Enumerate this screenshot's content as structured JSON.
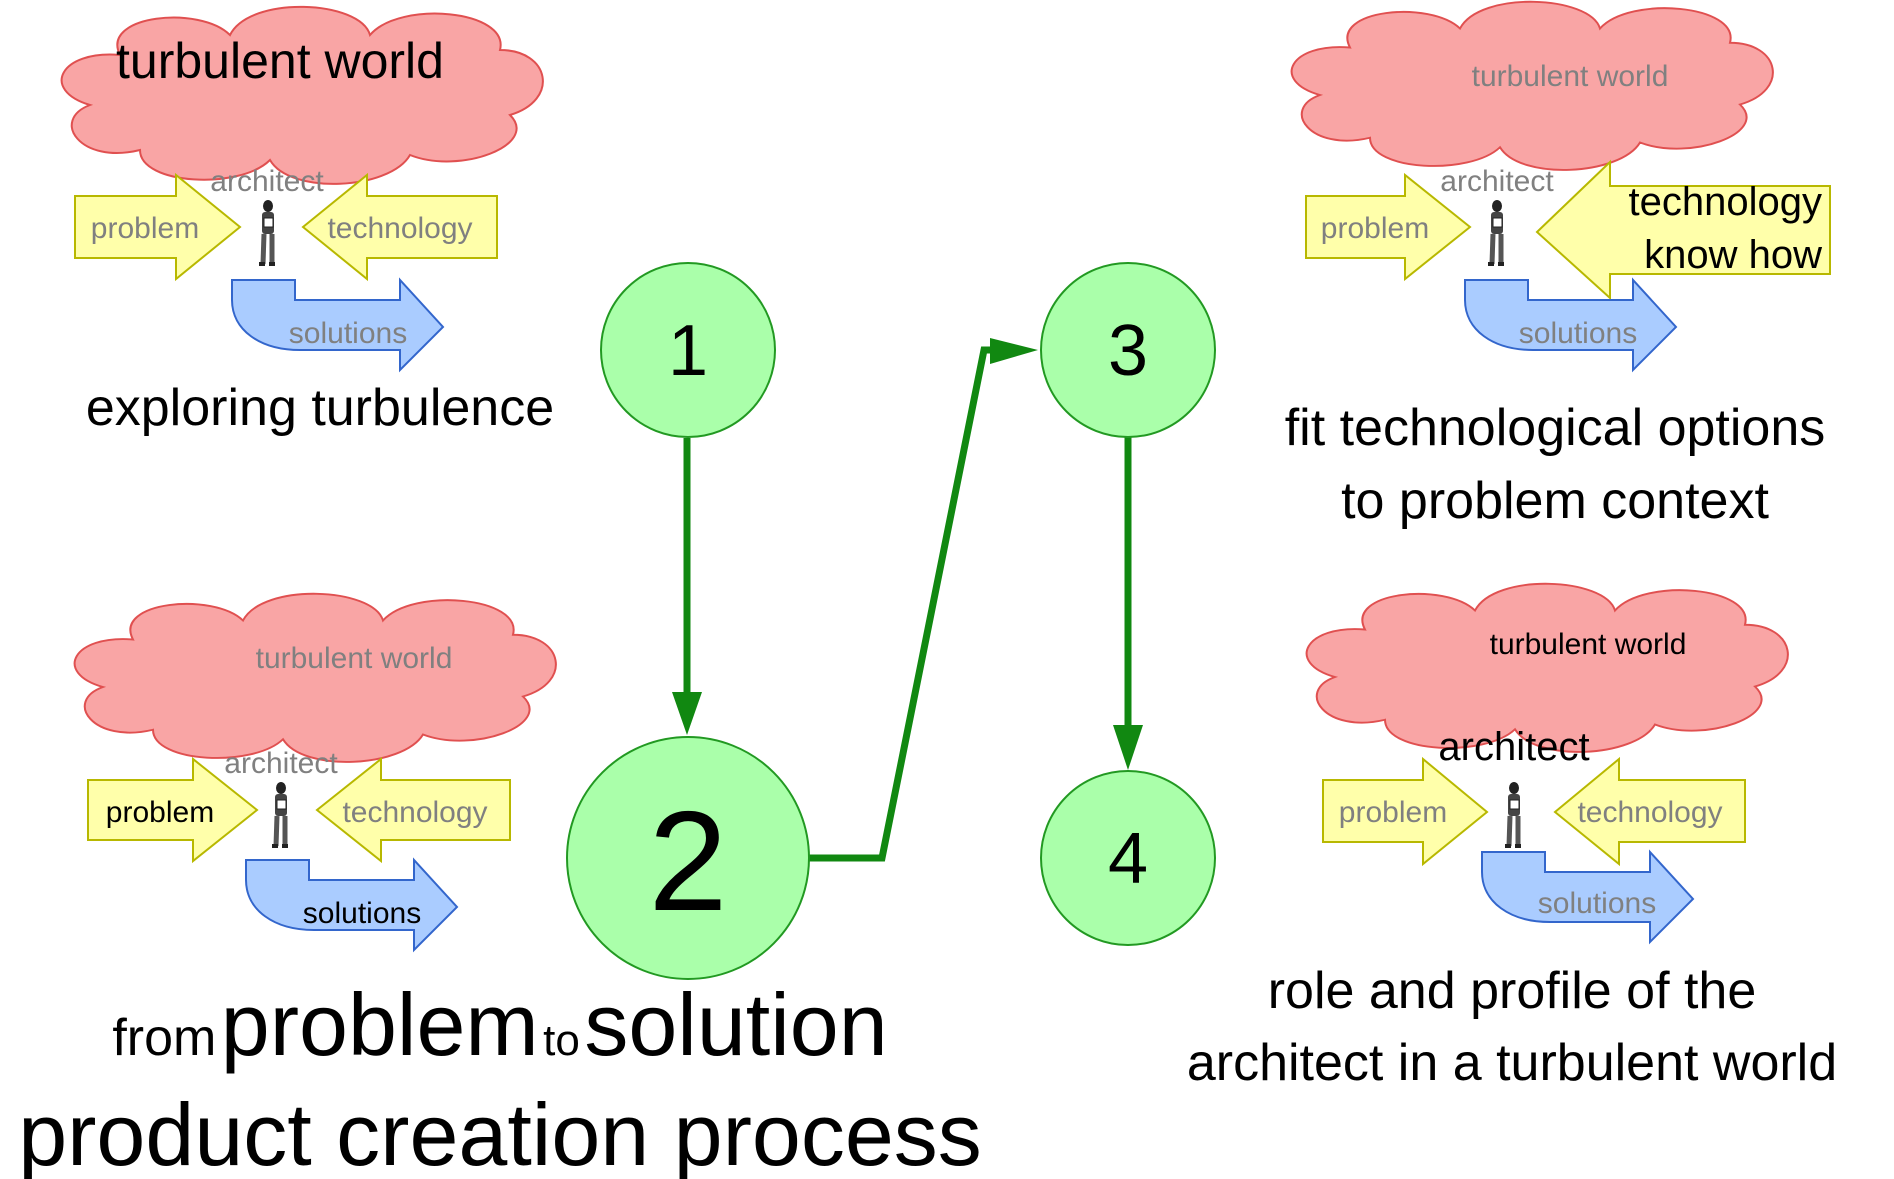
{
  "colors": {
    "cloud_fill": "#f9a5a5",
    "cloud_stroke": "#e05050",
    "yellow_fill": "#ffffaa",
    "yellow_stroke": "#b8b800",
    "blue_fill": "#aaccff",
    "blue_stroke": "#3366cc",
    "node_fill": "#aaffaa",
    "node_stroke": "#229922",
    "flow": "#118811",
    "grey_text": "#808080",
    "black_text": "#000000"
  },
  "panels": {
    "p1": {
      "cloud": "turbulent world",
      "architect": "architect",
      "problem": "problem",
      "technology": "technology",
      "solutions": "solutions",
      "caption": "exploring turbulence"
    },
    "p2": {
      "cloud": "turbulent world",
      "architect": "architect",
      "problem": "problem",
      "technology": "technology",
      "solutions": "solutions",
      "caption_from": "from",
      "caption_problem": "problem",
      "caption_to": "to",
      "caption_solution": "solution",
      "caption_line2": "product creation process"
    },
    "p3": {
      "cloud": "turbulent world",
      "architect": "architect",
      "problem": "problem",
      "technology_line1": "technology",
      "technology_line2": "know how",
      "solutions": "solutions",
      "caption_line1": "fit technological options",
      "caption_line2": "to problem context"
    },
    "p4": {
      "cloud": "turbulent world",
      "architect": "architect",
      "problem": "problem",
      "technology": "technology",
      "solutions": "solutions",
      "caption_line1": "role and profile of the",
      "caption_line2": "architect in a turbulent world"
    }
  },
  "nodes": {
    "n1": "1",
    "n2": "2",
    "n3": "3",
    "n4": "4"
  }
}
